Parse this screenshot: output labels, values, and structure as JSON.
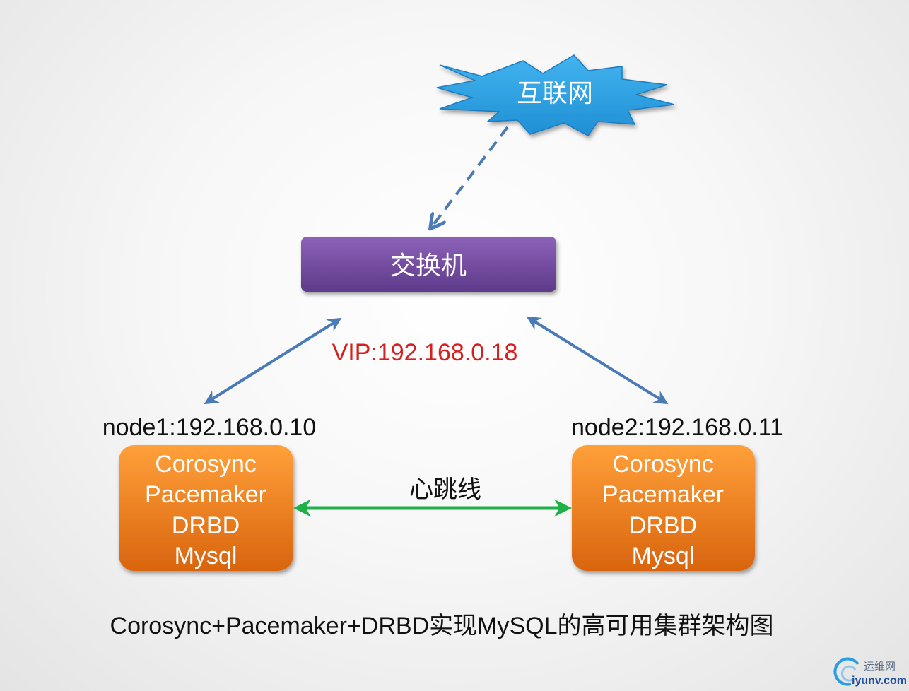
{
  "internet": {
    "label": "互联网"
  },
  "switch": {
    "label": "交换机"
  },
  "vip": {
    "label": "VIP:192.168.0.18"
  },
  "nodes": [
    {
      "label": "node1:192.168.0.10",
      "stack": [
        "Corosync",
        "Pacemaker",
        "DRBD",
        "Mysql"
      ]
    },
    {
      "label": "node2:192.168.0.11",
      "stack": [
        "Corosync",
        "Pacemaker",
        "DRBD",
        "Mysql"
      ]
    }
  ],
  "heartbeat": {
    "label": "心跳线"
  },
  "caption": "Corosync+Pacemaker+DRBD实现MySQL的高可用集群架构图",
  "watermark": {
    "line1": "运维网",
    "line2": "iyunv.com"
  },
  "colors": {
    "internet_fill": "#2a9ee0",
    "switch_fill": "#7a4fa8",
    "node_fill": "#f07f1e",
    "link_blue": "#4a7bb7",
    "heartbeat_green": "#20b048",
    "vip_red": "#d42020"
  }
}
